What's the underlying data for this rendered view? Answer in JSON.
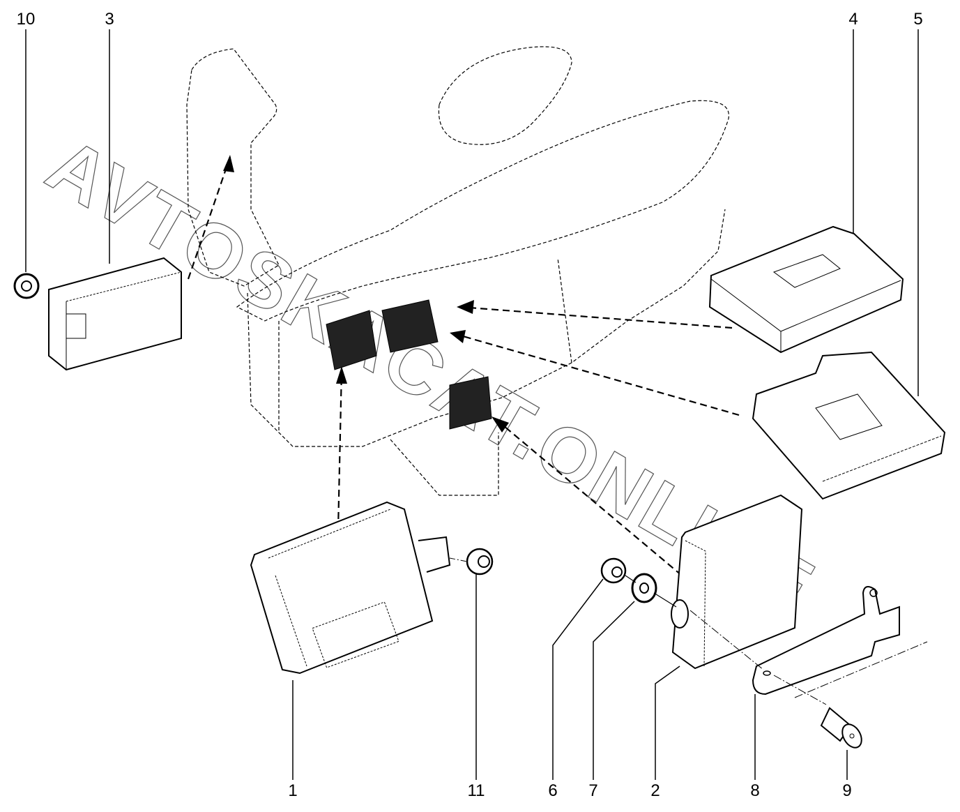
{
  "diagram": {
    "type": "exploded parts diagram",
    "subject": "Dashboard electronic control units and mounting hardware",
    "watermark": "AVTOSKACAT.ONLINE",
    "callouts": [
      {
        "id": "10",
        "label": "10",
        "part": "nut"
      },
      {
        "id": "3",
        "label": "3",
        "part": "control unit (left)"
      },
      {
        "id": "4",
        "label": "4",
        "part": "control unit (upper right)"
      },
      {
        "id": "5",
        "label": "5",
        "part": "control unit (right)"
      },
      {
        "id": "1",
        "label": "1",
        "part": "body control unit"
      },
      {
        "id": "11",
        "label": "11",
        "part": "nut"
      },
      {
        "id": "6",
        "label": "6",
        "part": "nut"
      },
      {
        "id": "7",
        "label": "7",
        "part": "washer"
      },
      {
        "id": "2",
        "label": "2",
        "part": "control unit (lower right)"
      },
      {
        "id": "8",
        "label": "8",
        "part": "bracket"
      },
      {
        "id": "9",
        "label": "9",
        "part": "rivet nut"
      }
    ]
  }
}
